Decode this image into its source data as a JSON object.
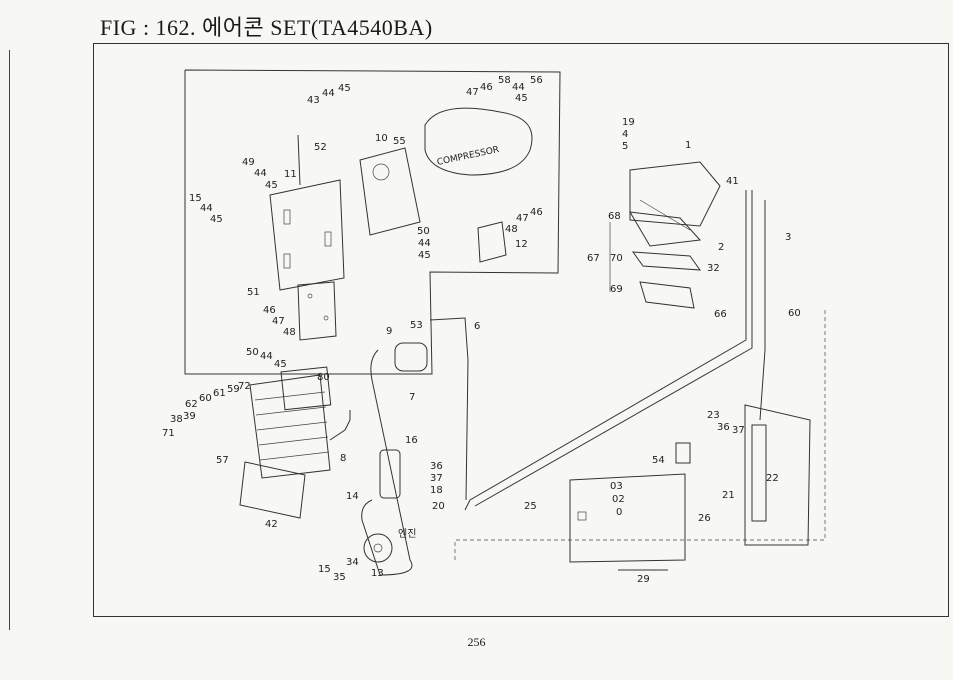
{
  "header": {
    "figure_title": "FIG : 162. 에어콘 SET(TA4540BA)"
  },
  "footer": {
    "page_number": "256"
  },
  "diagram": {
    "compressor_text": "COMPRESSOR",
    "inset_labels": {
      "l43": "43",
      "l44a": "44",
      "l45a": "45",
      "l52": "52",
      "l49": "49",
      "l44b": "44",
      "l45b": "45",
      "l11": "11",
      "l15a": "15",
      "l44c": "44",
      "l45c": "45",
      "l51": "51",
      "l46a": "46",
      "l47a": "47",
      "l48a": "48",
      "l50a": "50",
      "l44d": "44",
      "l45d": "45",
      "l10": "10",
      "l55": "55",
      "l47b": "47",
      "l46b": "46",
      "l58": "58",
      "l44e": "44",
      "l45e": "45",
      "l56": "56",
      "l47c": "47",
      "l46c": "46",
      "l48b": "48",
      "l12": "12",
      "l50b": "50",
      "l44f": "44",
      "l45f": "45"
    },
    "main_labels": {
      "l1": "1",
      "l41": "41",
      "l2": "2",
      "l3": "3",
      "l68": "68",
      "l67": "67",
      "l70": "70",
      "l32": "32",
      "l69": "69",
      "l66": "66",
      "l60": "60",
      "l9": "9",
      "l53": "53",
      "l6": "6",
      "l7": "7",
      "l80": "80",
      "l72": "72",
      "l62": "62",
      "l60b": "60",
      "l61": "61",
      "l59": "59",
      "l38": "38",
      "l39": "39",
      "l71": "71",
      "l8": "8",
      "l57": "57",
      "l42": "42",
      "l16": "16",
      "l36a": "36",
      "l37a": "37",
      "l18": "18",
      "l14": "14",
      "l20": "20",
      "l25": "25",
      "l03": "03",
      "l02": "02",
      "l0": "0",
      "l26": "26",
      "l29": "29",
      "l54": "54",
      "l23": "23",
      "l36b": "36",
      "l37b": "37",
      "l22": "22",
      "l21": "21",
      "l15b": "15",
      "l35": "35",
      "l34": "34",
      "l13": "13",
      "l19": "19",
      "l4": "4",
      "l5": "5"
    },
    "hangul_tag": "엔진"
  }
}
